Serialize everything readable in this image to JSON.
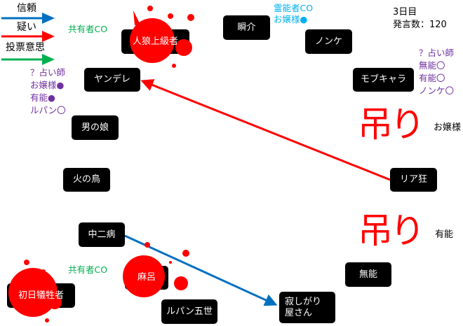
{
  "legend": [
    {
      "label": "信頼",
      "color": "#0070c0"
    },
    {
      "label": "疑い",
      "color": "#ff0000"
    },
    {
      "label": "投票意思",
      "color": "#00b050"
    }
  ],
  "status": {
    "day": "3日目",
    "posts": "発言数：120"
  },
  "nodes": {
    "werewolf_expert": "人狼上級者",
    "shunsuke": "瞬介",
    "nonke": "ノンケ",
    "yandere": "ヤンデレ",
    "mobchara": "モブキャラ",
    "otokonoko": "男の娘",
    "hinotori": "火の鳥",
    "riakyo": "リア狂",
    "chunibyo": "中二病",
    "munou": "無能",
    "first_victim": "初日犠牲者",
    "maro": "麻呂",
    "lupin": "ルパン五世",
    "sabishigari": "寂しがり屋さん"
  },
  "notes": {
    "co1": "共有者CO",
    "co2": "共有者CO",
    "medium": [
      "霊能者CO",
      "お嬢様●"
    ],
    "seer_left": [
      "？占い師",
      "お嬢様●",
      "有能●",
      "ルパン〇"
    ],
    "seer_right": [
      "？占い師",
      "無能〇",
      "有能〇",
      "ノンケ〇"
    ],
    "hang_label": "吊り",
    "hang1_name": "お嬢様",
    "hang2_name": "有能"
  }
}
